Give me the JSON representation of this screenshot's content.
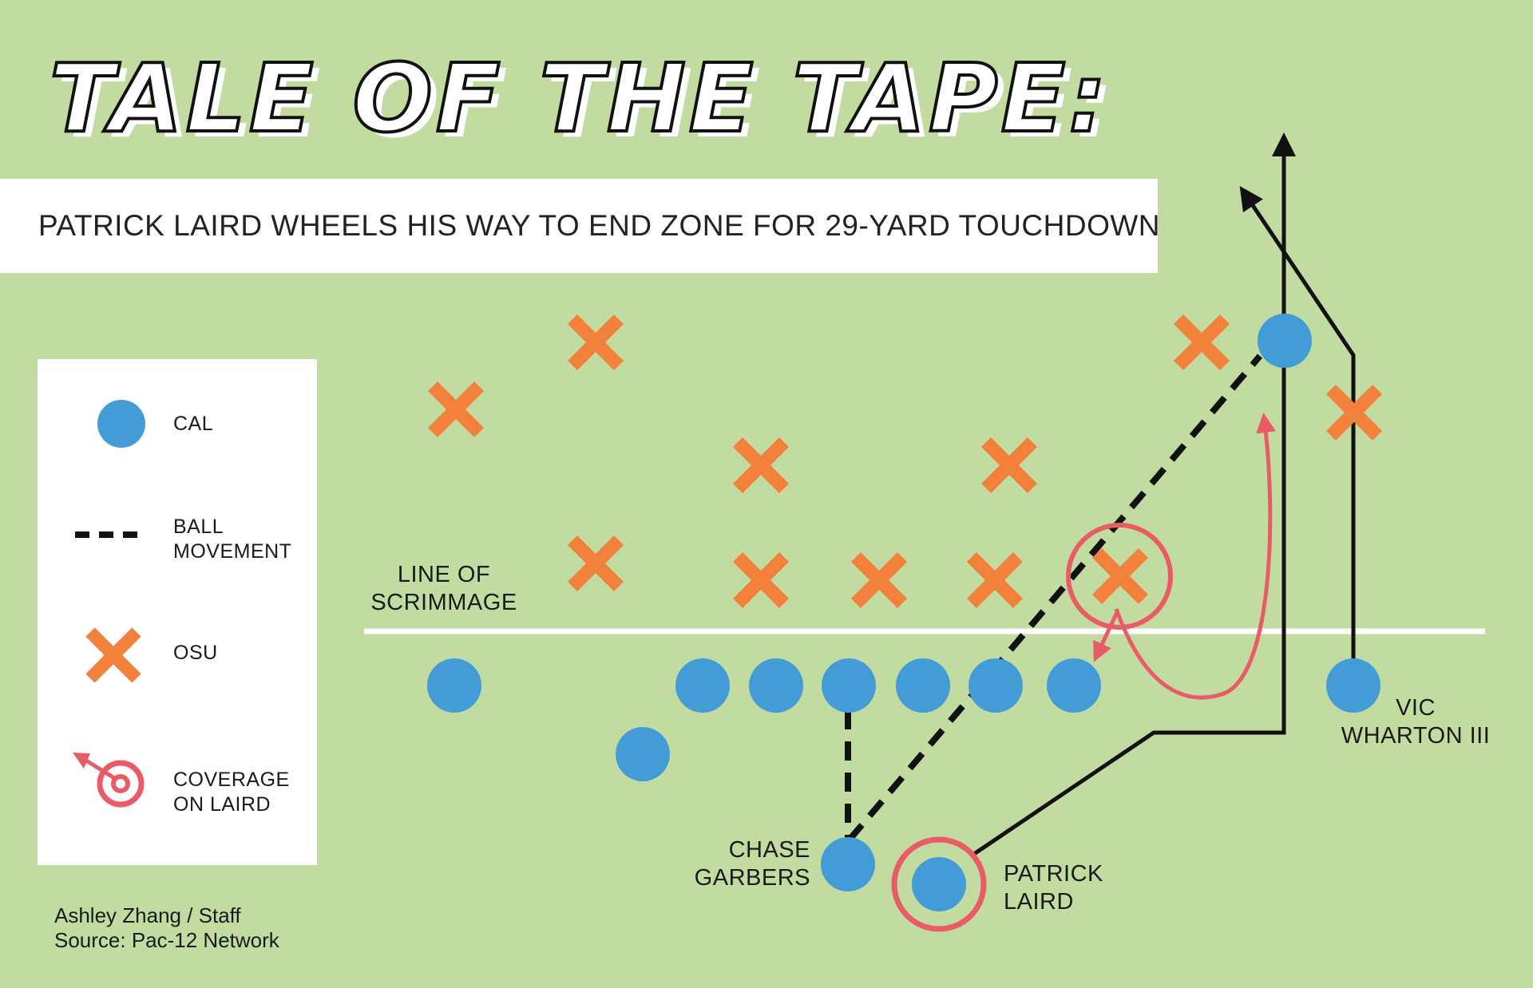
{
  "title": "TALE OF THE TAPE:",
  "subtitle": "PATRICK LAIRD WHEELS HIS WAY TO END ZONE FOR 29-YARD TOUCHDOWN",
  "legend": {
    "cal": "CAL",
    "ball_movement": [
      "BALL",
      "MOVEMENT"
    ],
    "osu": "OSU",
    "coverage": [
      "COVERAGE",
      "ON LAIRD"
    ]
  },
  "field_labels": {
    "line_of_scrimmage": [
      "LINE OF",
      "SCRIMMAGE"
    ],
    "chase_garbers": [
      "CHASE",
      "GARBERS"
    ],
    "patrick_laird": [
      "PATRICK",
      "LAIRD"
    ],
    "vic_wharton": [
      "VIC",
      "WHARTON III"
    ]
  },
  "credits": [
    "Ashley Zhang / Staff",
    "Source: Pac-12 Network"
  ],
  "colors": {
    "background": "#c2dba1",
    "cal": "#449cd6",
    "osu": "#f2813b",
    "coverage": "#e85b67",
    "route": "#111111",
    "scrimmage_line": "#ffffff"
  }
}
